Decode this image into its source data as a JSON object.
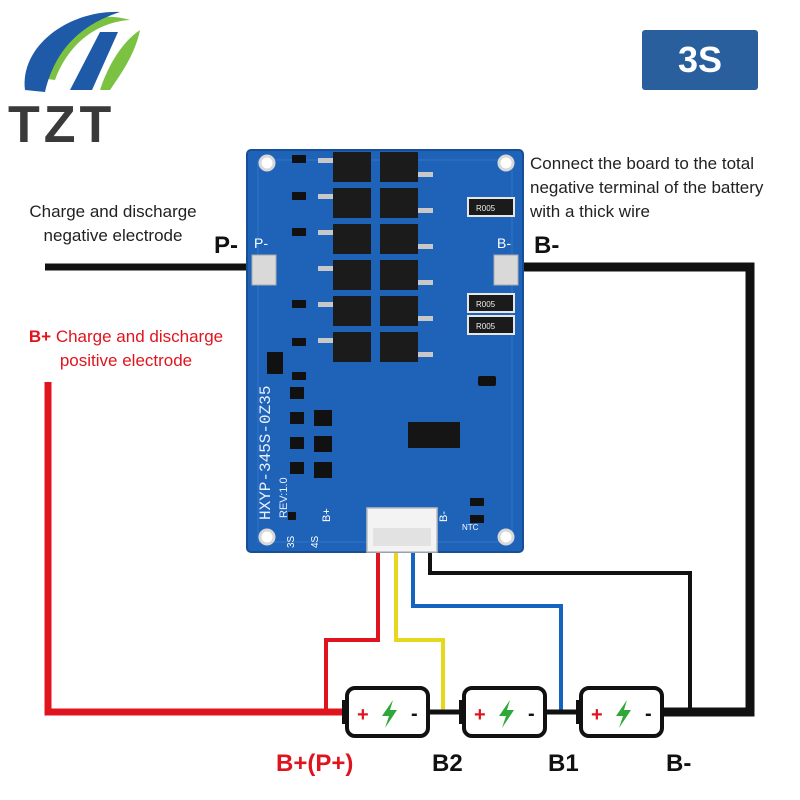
{
  "brand": {
    "name": "TZT",
    "colors": {
      "blue": "#1e5aa8",
      "green": "#7cc242",
      "text": "#3a3a3a"
    }
  },
  "badge": {
    "label": "3S",
    "color": "#2a5f9e"
  },
  "notes": {
    "negative_electrode": "Charge and discharge negative electrode",
    "positive_prefix": "B+",
    "positive_electrode": "Charge and discharge positive electrode",
    "connect_note": "Connect the board to the total negative terminal of the battery with a thick wire"
  },
  "terminals": {
    "p_minus": "P-",
    "b_minus_top": "B-"
  },
  "board": {
    "model": "HXYP-345S-0Z35",
    "rev": "REV:1.0",
    "pad_p_minus": "P-",
    "pad_b_minus": "B-",
    "resistor_labels": [
      "R005",
      "R005",
      "R005"
    ],
    "silk_b_plus": "B+",
    "silk_b_minus": "B-",
    "silk_ntc": "NTC",
    "silk_3s": "3S",
    "silk_4s": "4S",
    "color": "#1f63b8"
  },
  "batteries": [
    {
      "plus": "+",
      "minus": "-"
    },
    {
      "plus": "+",
      "minus": "-"
    },
    {
      "plus": "+",
      "minus": "-"
    }
  ],
  "bottom_labels": {
    "b_plus": "B+(P+)",
    "b2": "B2",
    "b1": "B1",
    "b_minus": "B-"
  },
  "wire_colors": {
    "red": "#e0141e",
    "yellow": "#e6d81c",
    "blue": "#1565c0",
    "black": "#111111"
  }
}
